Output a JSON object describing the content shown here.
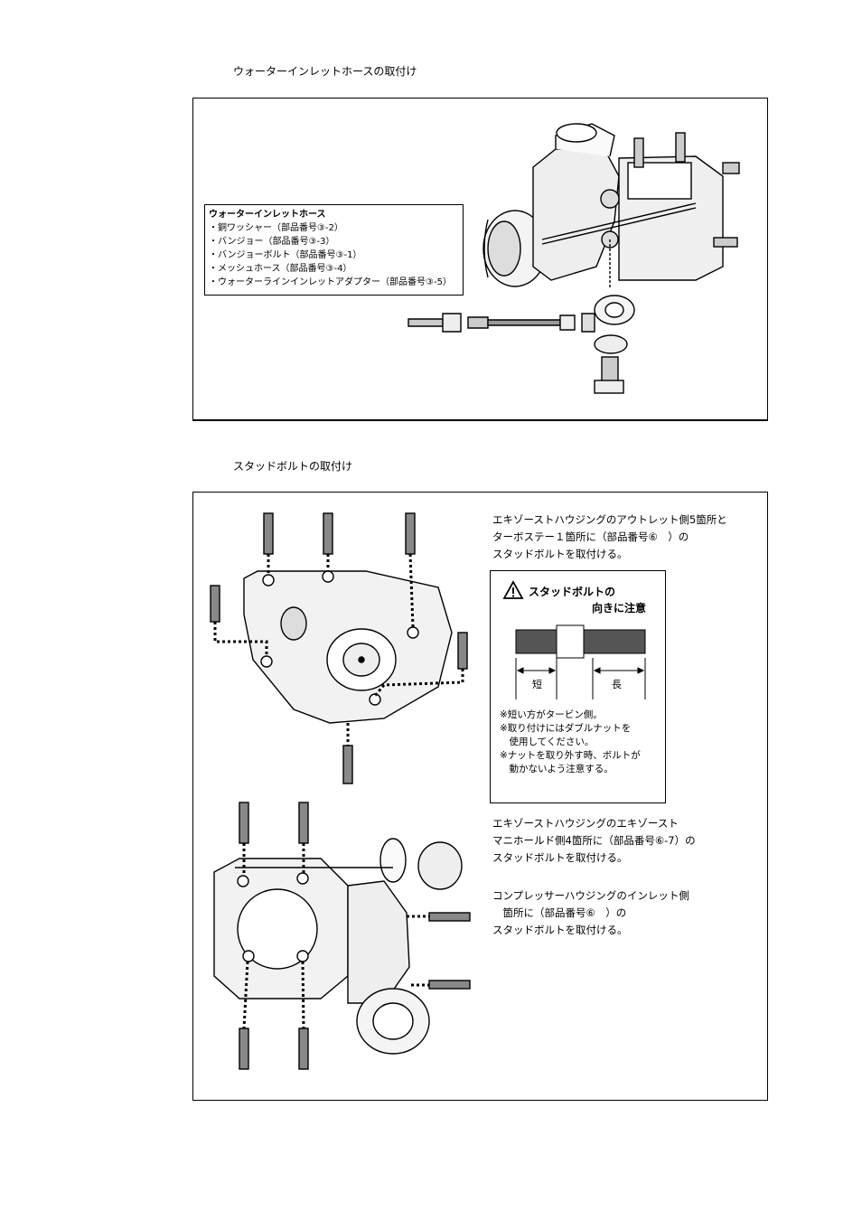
{
  "section1": {
    "heading": "ウォーターインレットホースの取付け",
    "legend": {
      "title": "ウォーターインレットホース",
      "items": [
        "・銅ワッシャー（部品番号③-2）",
        "・バンジョー（部品番号③-3）",
        "・バンジョーボルト（部品番号③-1）",
        "・メッシュホース（部品番号③-4）",
        "・ウォーターラインインレットアダプター（部品番号③-5）"
      ]
    }
  },
  "section2": {
    "heading": "スタッドボルトの取付け",
    "text1": [
      "エキゾーストハウジングのアウトレット側5箇所と",
      "ターボステー１箇所に（部品番号⑥　）の",
      "スタッドボルトを取付ける。"
    ],
    "caution": {
      "title_line1": "スタッドボルトの",
      "title_line2": "向きに注意",
      "short_label": "短",
      "long_label": "長",
      "notes": [
        "※短い方がタービン側。",
        "※取り付けにはダブルナットを",
        "　使用してください。",
        "※ナットを取り外す時、ボルトが",
        "　動かないよう注意する。"
      ]
    },
    "text2": [
      "エキゾーストハウジングのエキゾースト",
      "マニホールド側4箇所に（部品番号⑥-7）の",
      "スタッドボルトを取付ける。"
    ],
    "text3": [
      "コンプレッサーハウジングのインレット側",
      "　箇所に（部品番号⑥　）の",
      "スタッドボルトを取付ける。"
    ]
  },
  "icons": {
    "warning": "warning-triangle-icon"
  }
}
